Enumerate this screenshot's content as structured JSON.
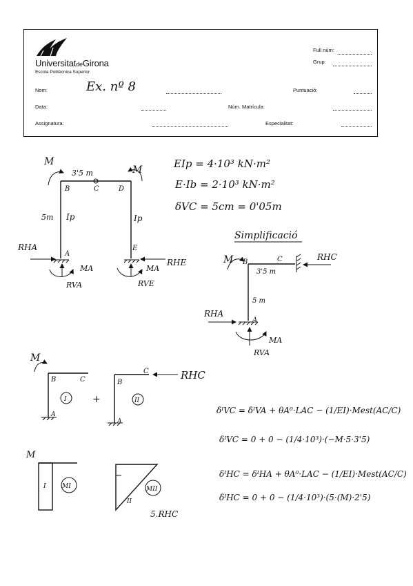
{
  "header": {
    "university_left": "Universitat",
    "university_de": "de",
    "university_right": "Girona",
    "school": "Escola Politècnica Superior",
    "full_num_label": "Full núm:",
    "grup_label": "Grup:",
    "nom_label": "Nom:",
    "nom_value": "Ex. nº 8",
    "puntuacio_label": "Puntuació:",
    "data_label": "Data:",
    "matricula_label": "Núm. Matrícula:",
    "assignatura_label": "Assignatura:",
    "especialitat_label": "Especialitat:"
  },
  "frame": {
    "M_left": "M",
    "M_right": "M",
    "span": "3'5 m",
    "height": "5m",
    "Ip_left": "Ip",
    "Ip_right": "Ip",
    "B": "B",
    "C": "C",
    "D": "D",
    "A": "A",
    "E": "E",
    "RHA": "RHA",
    "RHE": "RHE",
    "RVA": "RVA",
    "RVE": "RVE",
    "MA_left": "MA",
    "MA_right": "MA"
  },
  "properties": {
    "eip": "EIp = 4·10³ kN·m²",
    "eib": "E·Ib = 2·10³ kN·m²",
    "dvc": "δVC = 5cm = 0'05m"
  },
  "simplification": {
    "title": "Simplificació",
    "M": "M",
    "B": "B",
    "C": "C",
    "span": "3'5 m",
    "height": "5 m",
    "RHC": "RHC",
    "RHA": "RHA",
    "A": "A",
    "MA": "MA",
    "RVA": "RVA"
  },
  "superposition": {
    "M": "M",
    "B1": "B",
    "C1": "C",
    "A1": "A",
    "case1": "I",
    "plus": "+",
    "B2": "B",
    "C2": "C",
    "A2": "A",
    "case2": "II",
    "RHC": "RHC"
  },
  "moment_diagrams": {
    "M": "M",
    "MI": "MI",
    "MII": "MII",
    "label_I": "I",
    "label_II": "II",
    "bottom": "5.RHC"
  },
  "equations": {
    "eq1": "δᴵVC = δᴵVA + θA⁰·LAC − (1/EI)·Mest(AC/C)",
    "eq2": "δᴵVC = 0 + 0 − (1/4·10³)·(−M·5·3'5)",
    "eq3": "δᴵHC = δᴵHA + θA⁰·LAC − (1/EI)·Mest(AC/C)",
    "eq4": "δᴵHC = 0 + 0 − (1/4·10³)·(5·(M)·2'5)"
  }
}
